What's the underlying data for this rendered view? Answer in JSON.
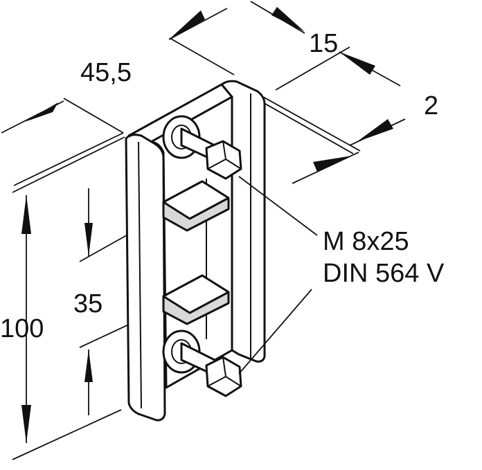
{
  "dimensions": {
    "top_width": "15",
    "left_width": "45,5",
    "thickness": "2",
    "height": "100",
    "spacing": "35"
  },
  "callout": {
    "bolt": "M 8x25",
    "standard": "DIN 564 V"
  }
}
